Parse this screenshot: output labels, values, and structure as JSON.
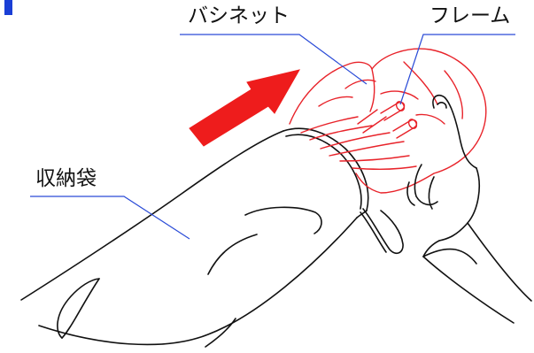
{
  "labels": {
    "bassinet": "バシネット",
    "frame": "フレーム",
    "storage_bag": "収納袋"
  },
  "colors": {
    "leader_line": "#2a4bd7",
    "arrow": "#ee1c1c",
    "bassinet_outline": "#e8232a",
    "ink": "#111111",
    "corner_mark": "#1a3fd6"
  },
  "icons": {
    "direction_arrow": "red-arrow-icon",
    "hand": "hand-icon"
  }
}
